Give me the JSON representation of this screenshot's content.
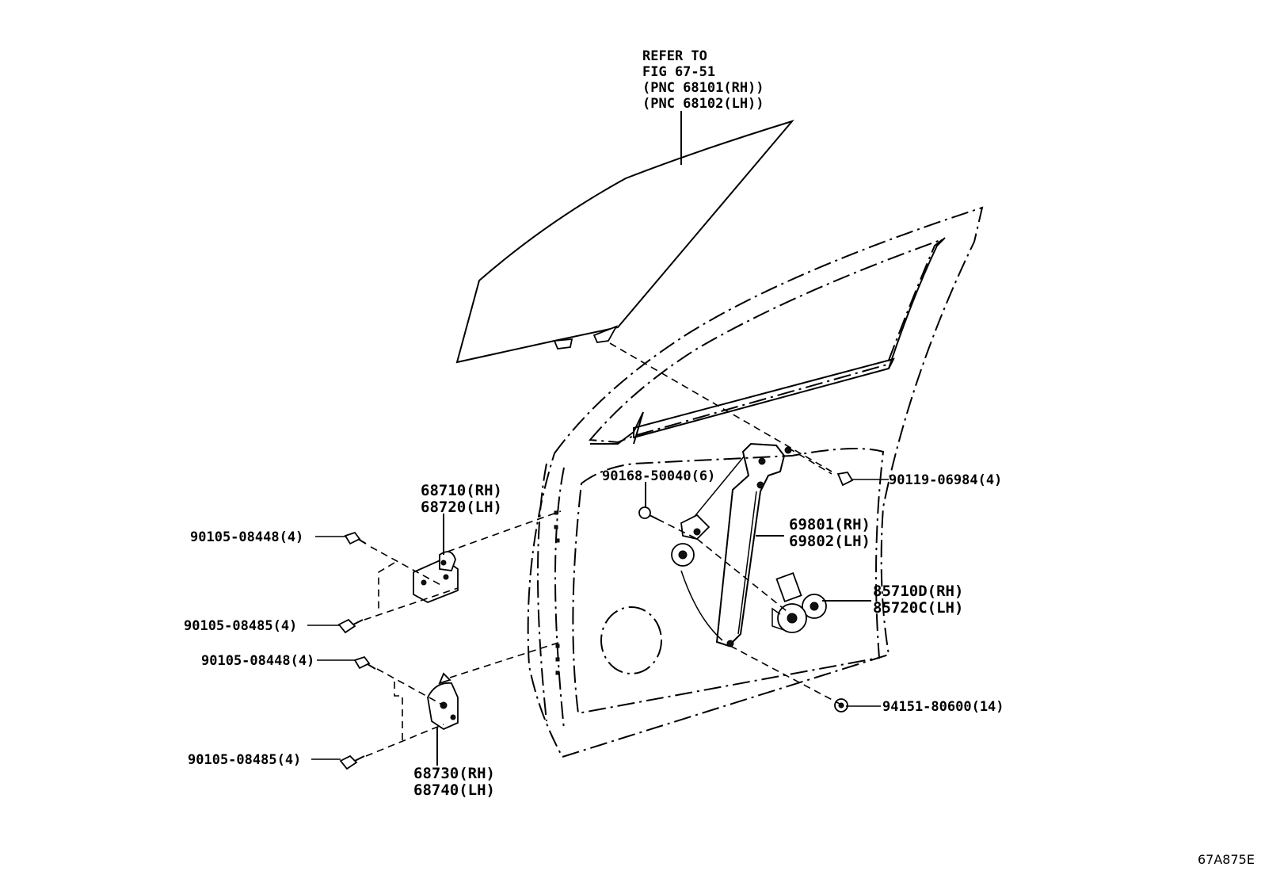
{
  "refer_note": {
    "line1": "REFER TO",
    "line2": "FIG 67-51",
    "line3": "(PNC 68101(RH))",
    "line4": "(PNC 68102(LH))"
  },
  "callouts": {
    "hinge_upper_rh": "68710(RH)",
    "hinge_upper_lh": "68720(LH)",
    "hinge_lower_rh": "68730(RH)",
    "hinge_lower_lh": "68740(LH)",
    "bolt_upper_1": "90105-08448(4)",
    "bolt_upper_2": "90105-08485(4)",
    "bolt_lower_1": "90105-08448(4)",
    "bolt_lower_2": "90105-08485(4)",
    "screw_regulator": "90168-50040(6)",
    "bolt_glass": "90119-06984(4)",
    "regulator_rh": "69801(RH)",
    "regulator_lh": "69802(LH)",
    "motor_rh": "85710D(RH)",
    "motor_lh": "85720C(LH)",
    "nut": "94151-80600(14)"
  },
  "figure_code": "67A875E"
}
